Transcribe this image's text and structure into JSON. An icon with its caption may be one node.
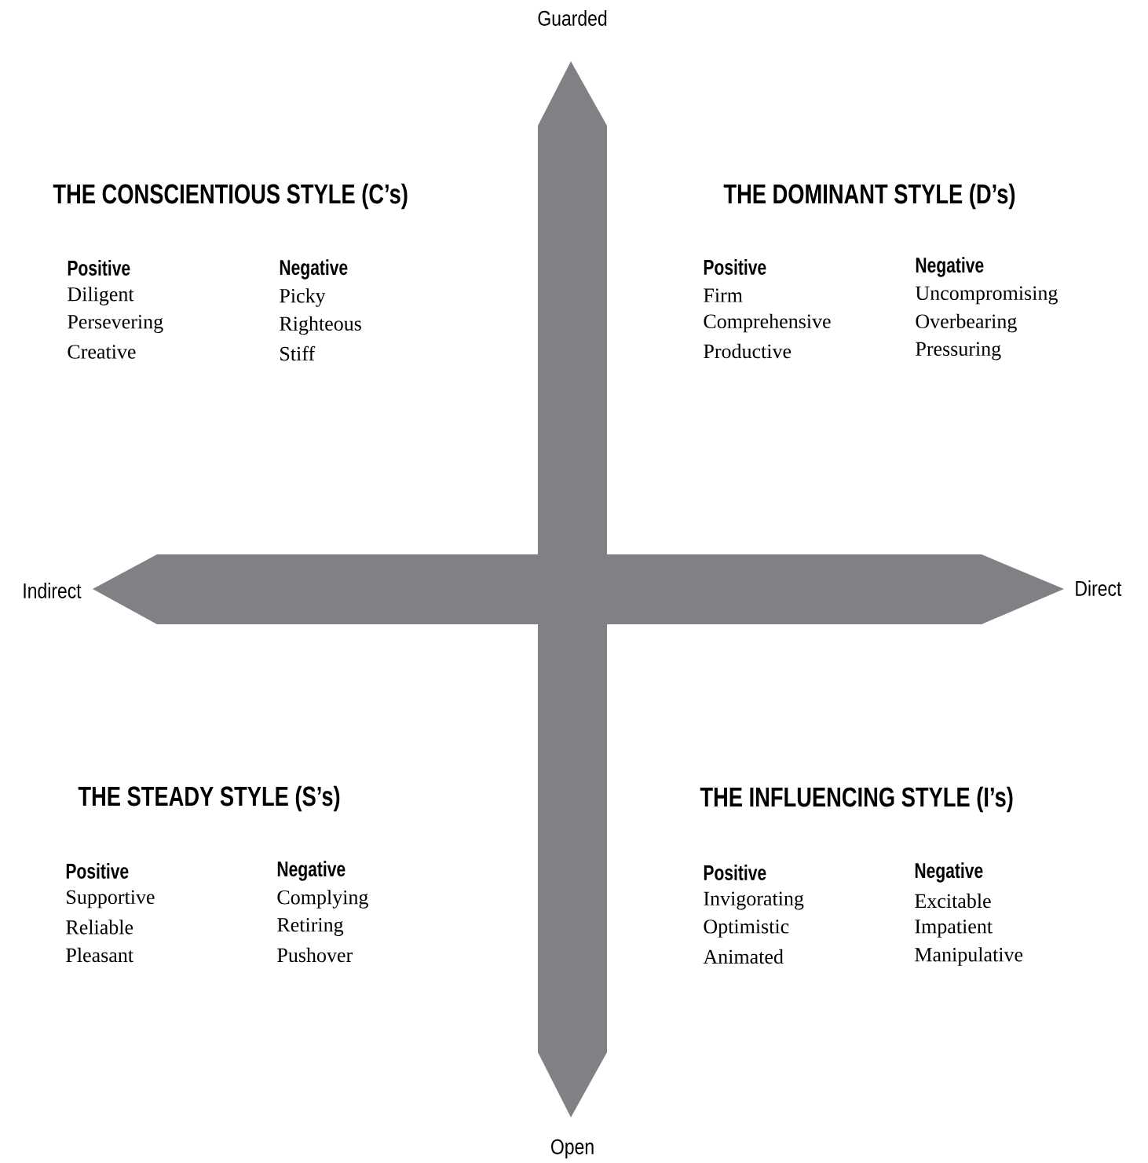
{
  "diagram": {
    "labels": [
      "Guarded",
      "THE CONSCIENTIOUS STYLE (C’s)",
      "Positive",
      "Diligent",
      "Persevering",
      "Creative",
      "Negative",
      "Picky",
      "Righteous",
      "Stiff",
      "THE DOMINANT STYLE (D’s)",
      "Positive",
      "Firm",
      "Comprehensive",
      "Productive",
      "Negative",
      "Uncompromising",
      "Overbearing",
      "Pressuring",
      "Indirect",
      "Direct",
      "THE STEADY STYLE (S’s)",
      "Positive",
      "Supportive",
      "Reliable",
      "Pleasant",
      "Negative",
      "Complying",
      "Retiring",
      "Pushover",
      "THE INFLUENCING STYLE (I’s)",
      "Positive",
      "Invigorating",
      "Optimistic",
      "Animated",
      "Negative",
      "Excitable",
      "Impatient",
      "Manipulative",
      "Open"
    ]
  }
}
